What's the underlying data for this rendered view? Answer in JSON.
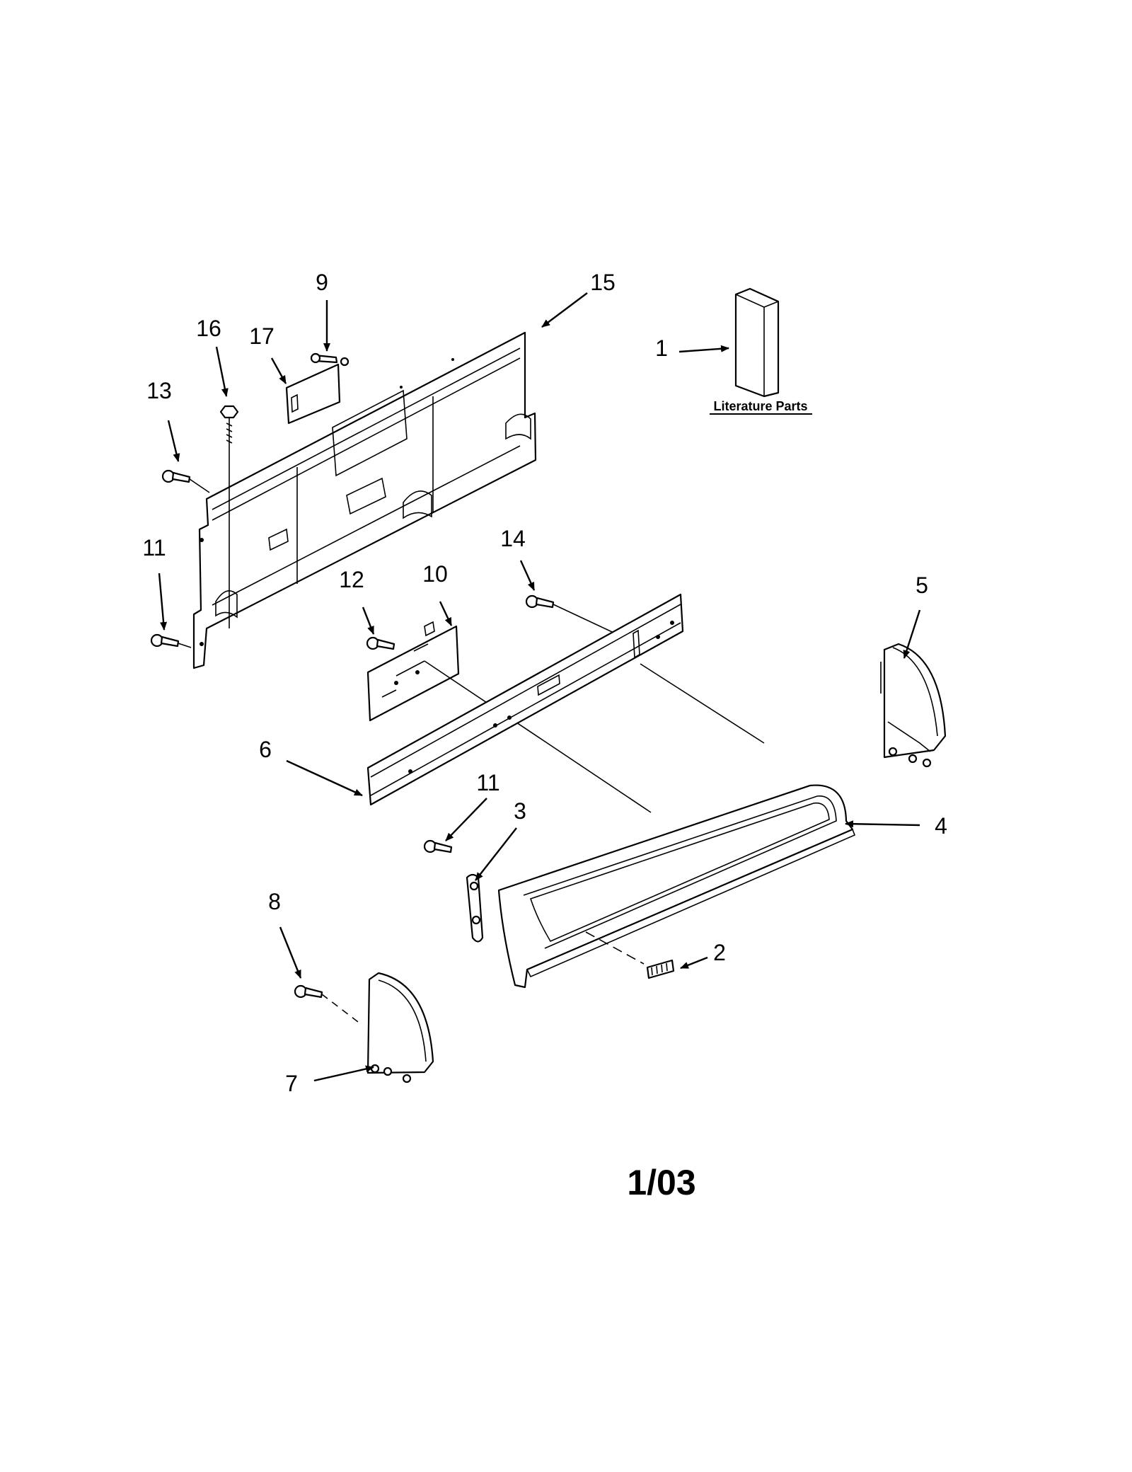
{
  "callouts": {
    "c1": "1",
    "c2": "2",
    "c3": "3",
    "c4": "4",
    "c5": "5",
    "c6": "6",
    "c7": "7",
    "c8": "8",
    "c9": "9",
    "c10": "10",
    "c11a": "11",
    "c11b": "11",
    "c12": "12",
    "c13": "13",
    "c14": "14",
    "c15": "15",
    "c16": "16",
    "c17": "17"
  },
  "literature_label": "Literature Parts",
  "date_code": "1/03",
  "colors": {
    "ink": "#000000",
    "paper": "#ffffff"
  }
}
